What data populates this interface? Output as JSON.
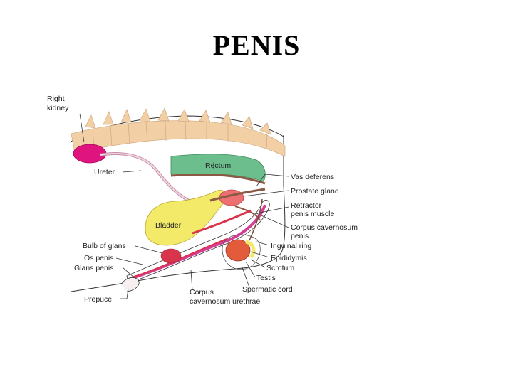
{
  "title": "PENIS",
  "labels": {
    "right_kidney_1": "Right",
    "right_kidney_2": "kidney",
    "ureter": "Ureter",
    "rectum": "Rectum",
    "vas_deferens": "Vas deferens",
    "prostate_gland": "Prostate gland",
    "retractor_1": "Retractor",
    "retractor_2": "penis muscle",
    "bladder": "Bladder",
    "corpus_cav_penis_1": "Corpus cavernosum",
    "corpus_cav_penis_2": "penis",
    "bulb_of_glans": "Bulb of glans",
    "inguinal_ring": "Inguinal ring",
    "os_penis": "Os penis",
    "epididymis": "Epididymis",
    "glans_penis": "Glans penis",
    "scrotum": "Scrotum",
    "testis": "Testis",
    "spermatic_cord": "Spermatic cord",
    "prepuce": "Prepuce",
    "corpus_cav_urethrae_1": "Corpus",
    "corpus_cav_urethrae_2": "cavernosum urethrae"
  },
  "colors": {
    "spine": "#f3cfa5",
    "kidney": "#e0147e",
    "rectum": "#6cbf8c",
    "bladder": "#f4ea6a",
    "prostate": "#ee6f6f",
    "penis_red": "#d8344c",
    "testis": "#e25c3c",
    "urethra": "#d63c93",
    "brown_layer": "#8a5a44"
  }
}
